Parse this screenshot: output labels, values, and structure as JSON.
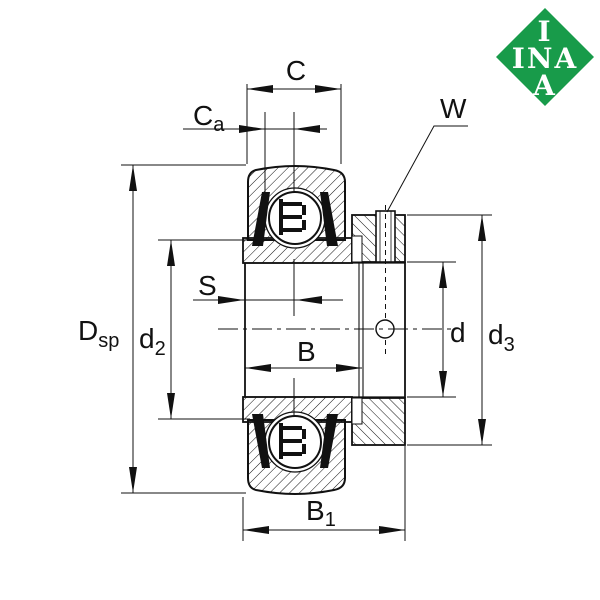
{
  "logo": {
    "top": "I",
    "middle": "INA",
    "bottom": "A",
    "bg_color": "#189b4a",
    "text_color": "#ffffff"
  },
  "dimensions": {
    "C": {
      "main": "C",
      "sub": ""
    },
    "Ca": {
      "main": "C",
      "sub": "a"
    },
    "W": {
      "main": "W",
      "sub": ""
    },
    "S": {
      "main": "S",
      "sub": ""
    },
    "B": {
      "main": "B",
      "sub": ""
    },
    "B1": {
      "main": "B",
      "sub": "1"
    },
    "Dsp": {
      "main": "D",
      "sub": "sp"
    },
    "d2": {
      "main": "d",
      "sub": "2"
    },
    "d": {
      "main": "d",
      "sub": ""
    },
    "d3": {
      "main": "d",
      "sub": "3"
    }
  }
}
